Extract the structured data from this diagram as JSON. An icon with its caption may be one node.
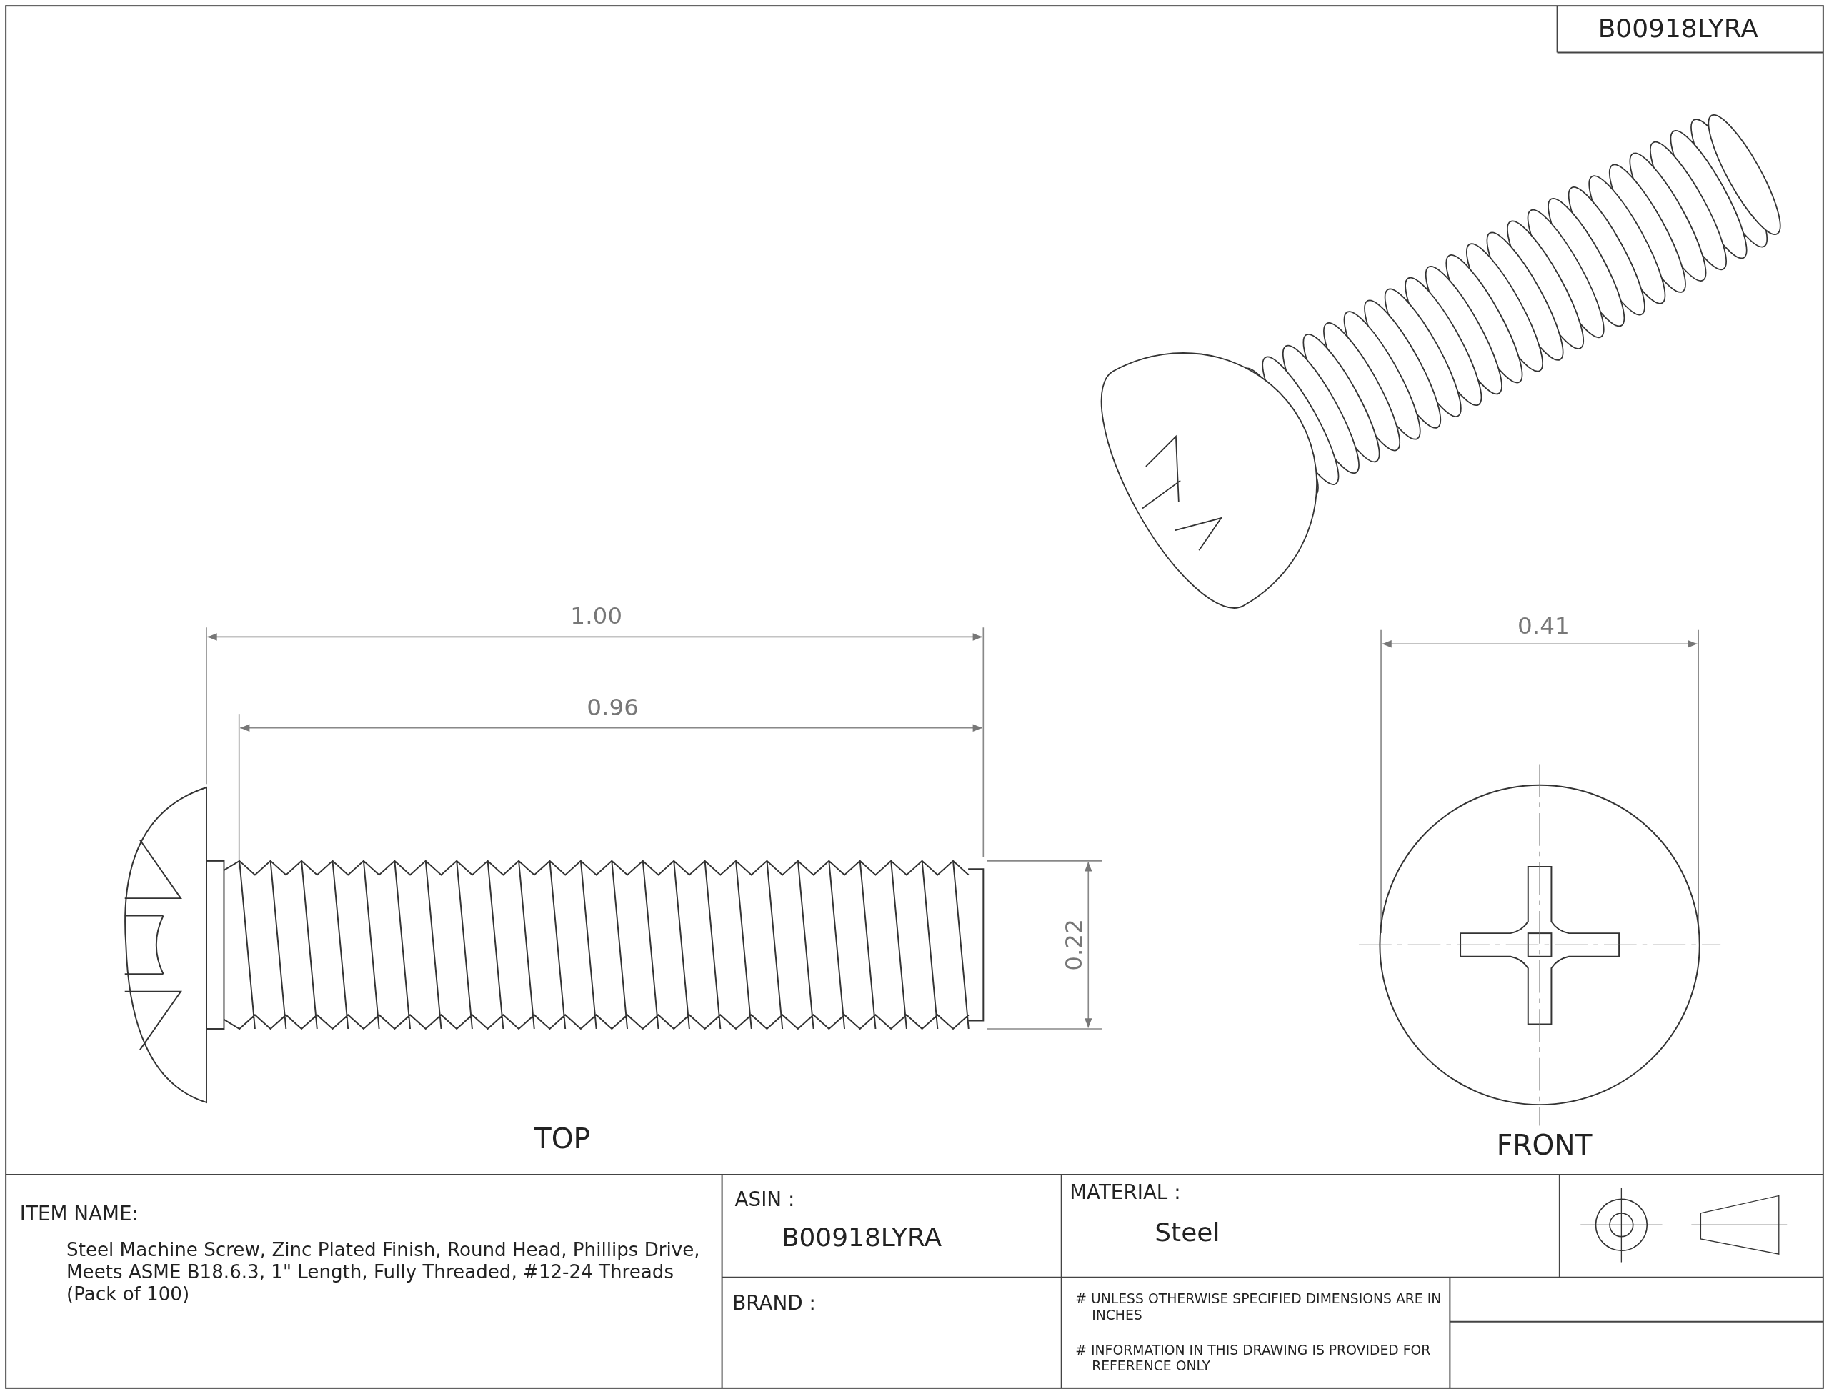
{
  "diagram": {
    "labels": [
      "B00918LYRA",
      "1.00",
      "0.96",
      "0.41",
      "0.22",
      "TOP",
      "FRONT",
      "ITEM NAME:",
      "Steel Machine Screw, Zinc Plated Finish, Round Head, Phillips Drive, Meets ASME B18.6.3, 1\" Length, Fully Threaded, #12-24 Threads (Pack of 100)",
      "ASIN :",
      "B00918LYRA",
      "MATERIAL :",
      "Steel",
      "BRAND :",
      "# UNLESS OTHERWISE SPECIFIED DIMENSIONS ARE IN INCHES",
      "# INFORMATION IN THIS DRAWING IS PROVIDED FOR REFERENCE ONLY"
    ]
  }
}
